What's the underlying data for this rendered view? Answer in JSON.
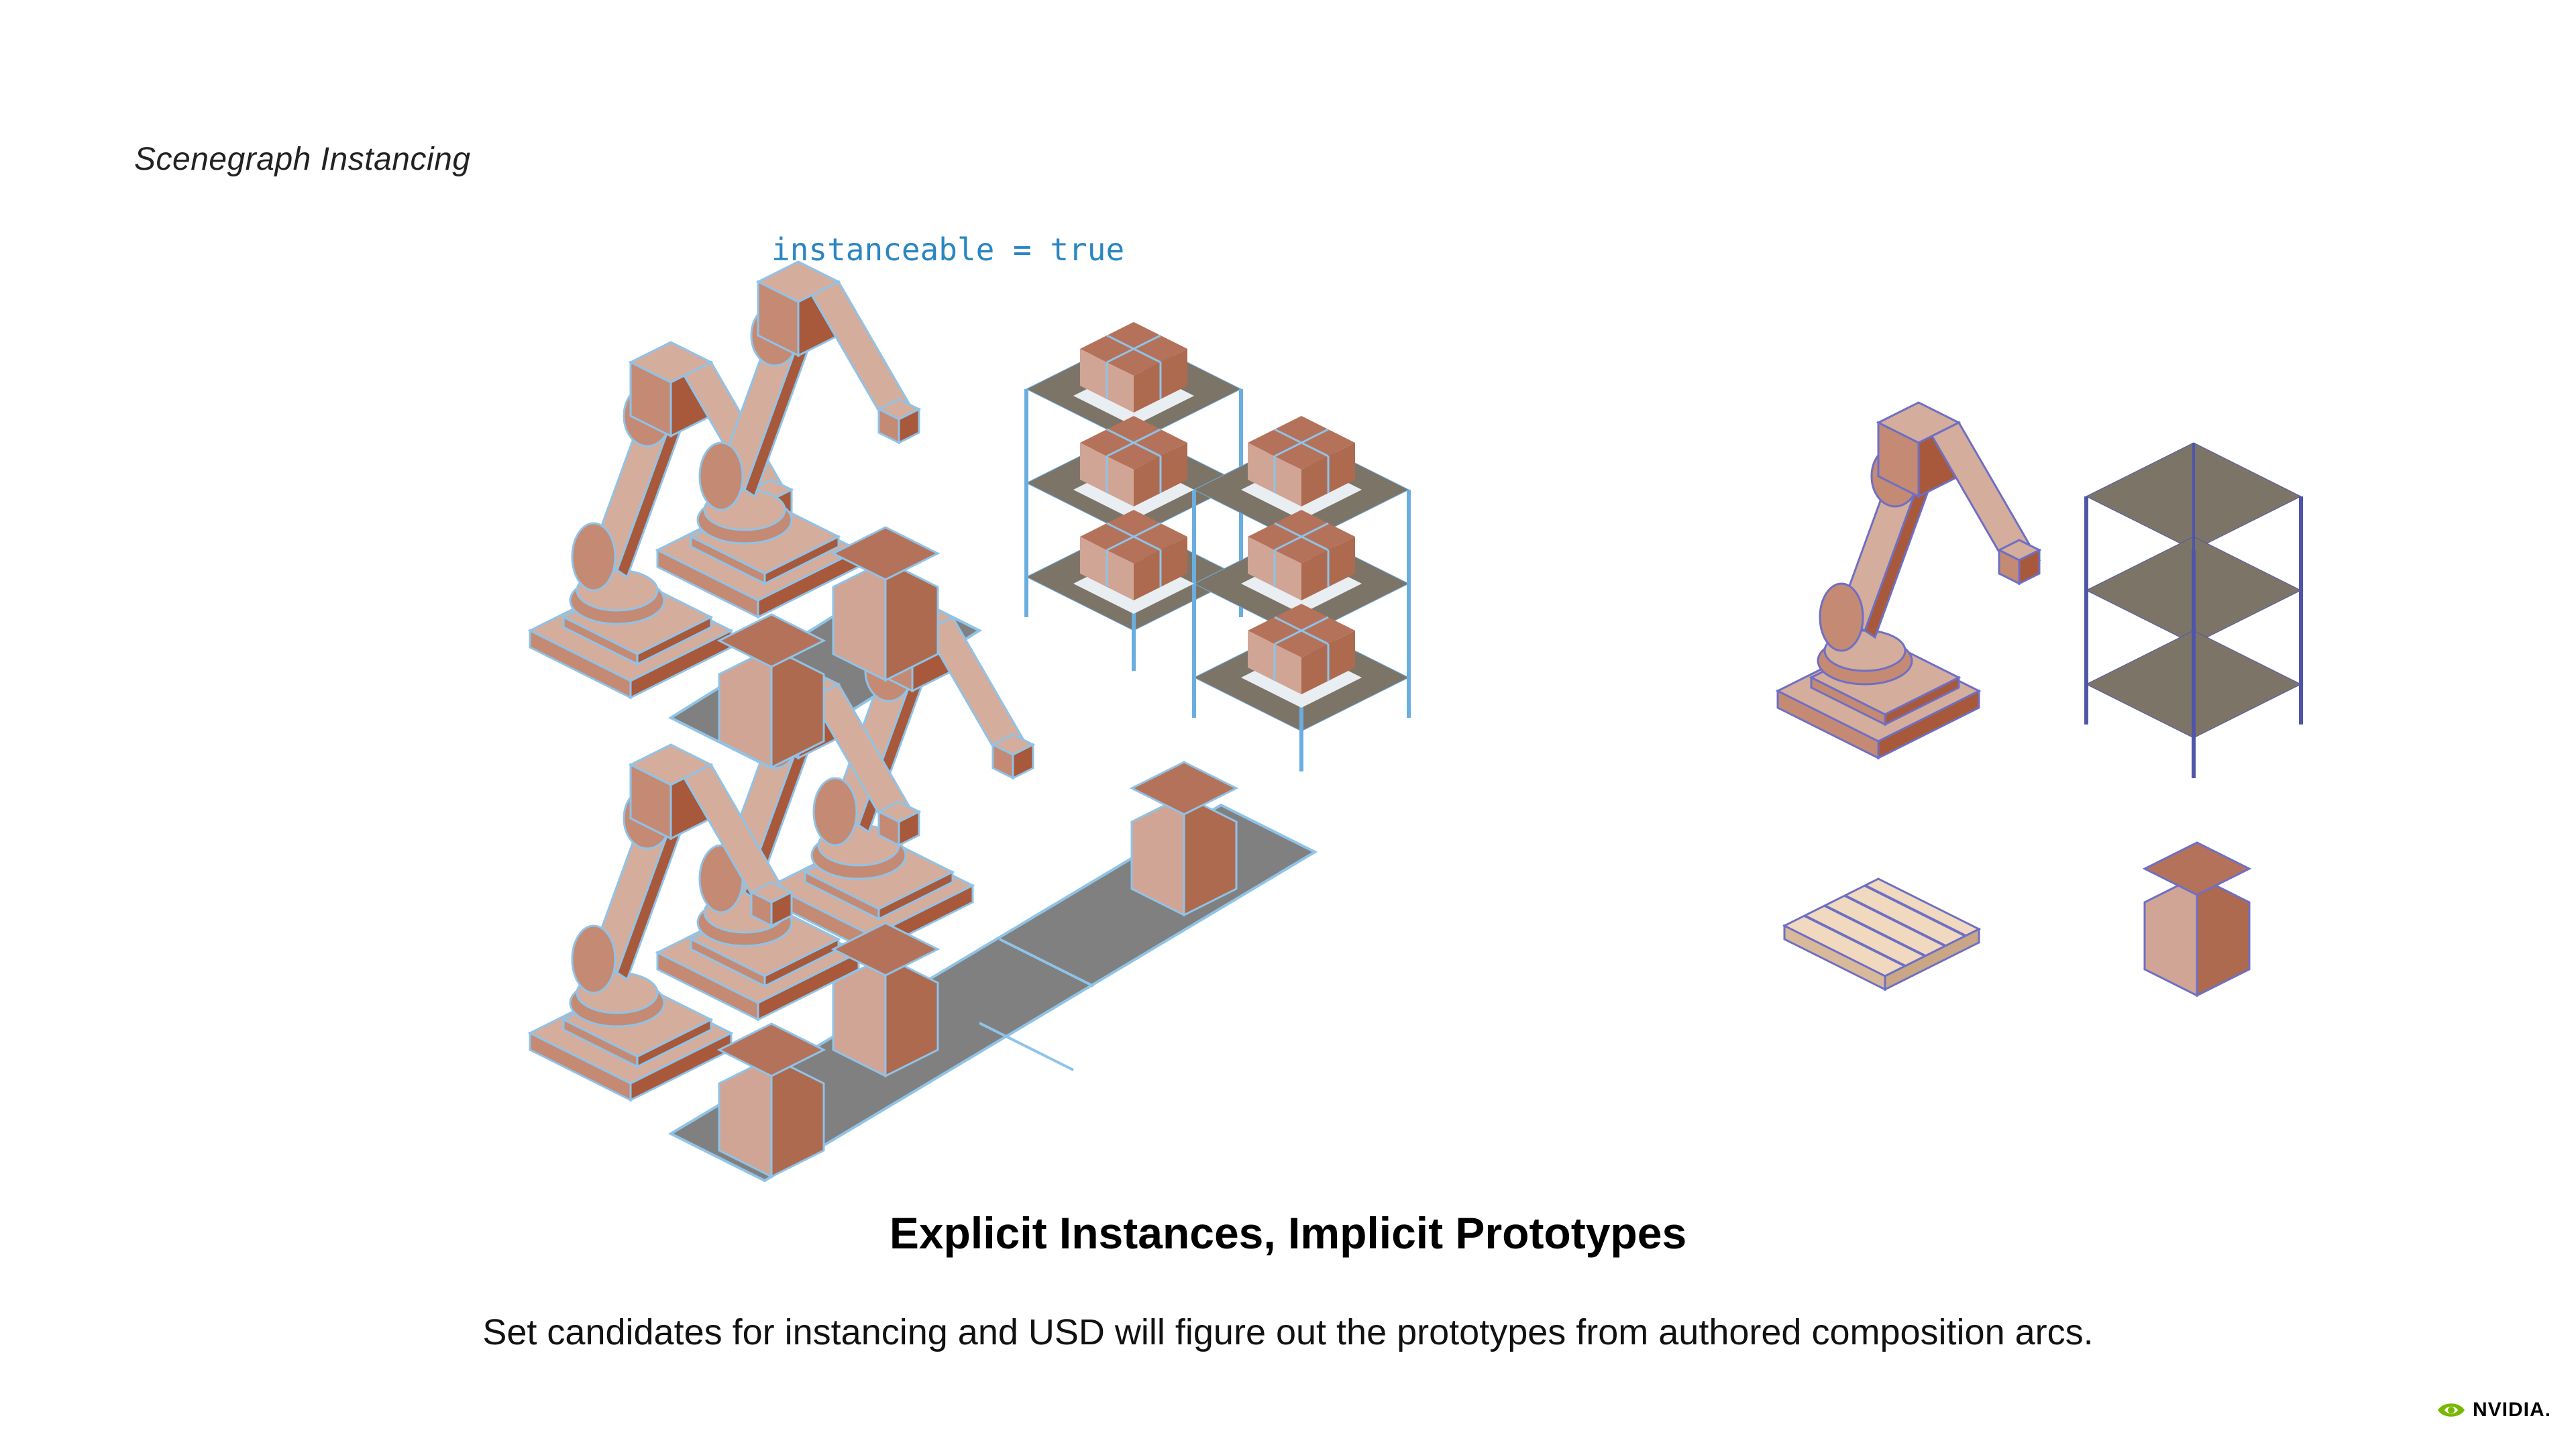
{
  "slide": {
    "section_label": "Scenegraph Instancing",
    "code_label": "instanceable = true",
    "title": "Explicit Instances, Implicit Prototypes",
    "subtitle": "Set candidates for instancing and USD will figure out the prototypes from authored composition arcs.",
    "brand": "NVIDIA."
  },
  "colors": {
    "robot_light": "#d4ad9c",
    "robot_mid": "#c48a74",
    "robot_dark": "#a8593b",
    "box_top": "#b5725a",
    "box_left": "#d0a596",
    "box_right": "#ad6a4f",
    "floor": "#808080",
    "shelf_deck": "#7d7468",
    "outline_instance": "#8fc3e8",
    "outline_prototype": "#6e6fc4",
    "pallet": "#f0d9bf",
    "code": "#2a86c2",
    "brand_green": "#76b900"
  },
  "icons": {
    "logo": "nvidia-eye-icon"
  }
}
